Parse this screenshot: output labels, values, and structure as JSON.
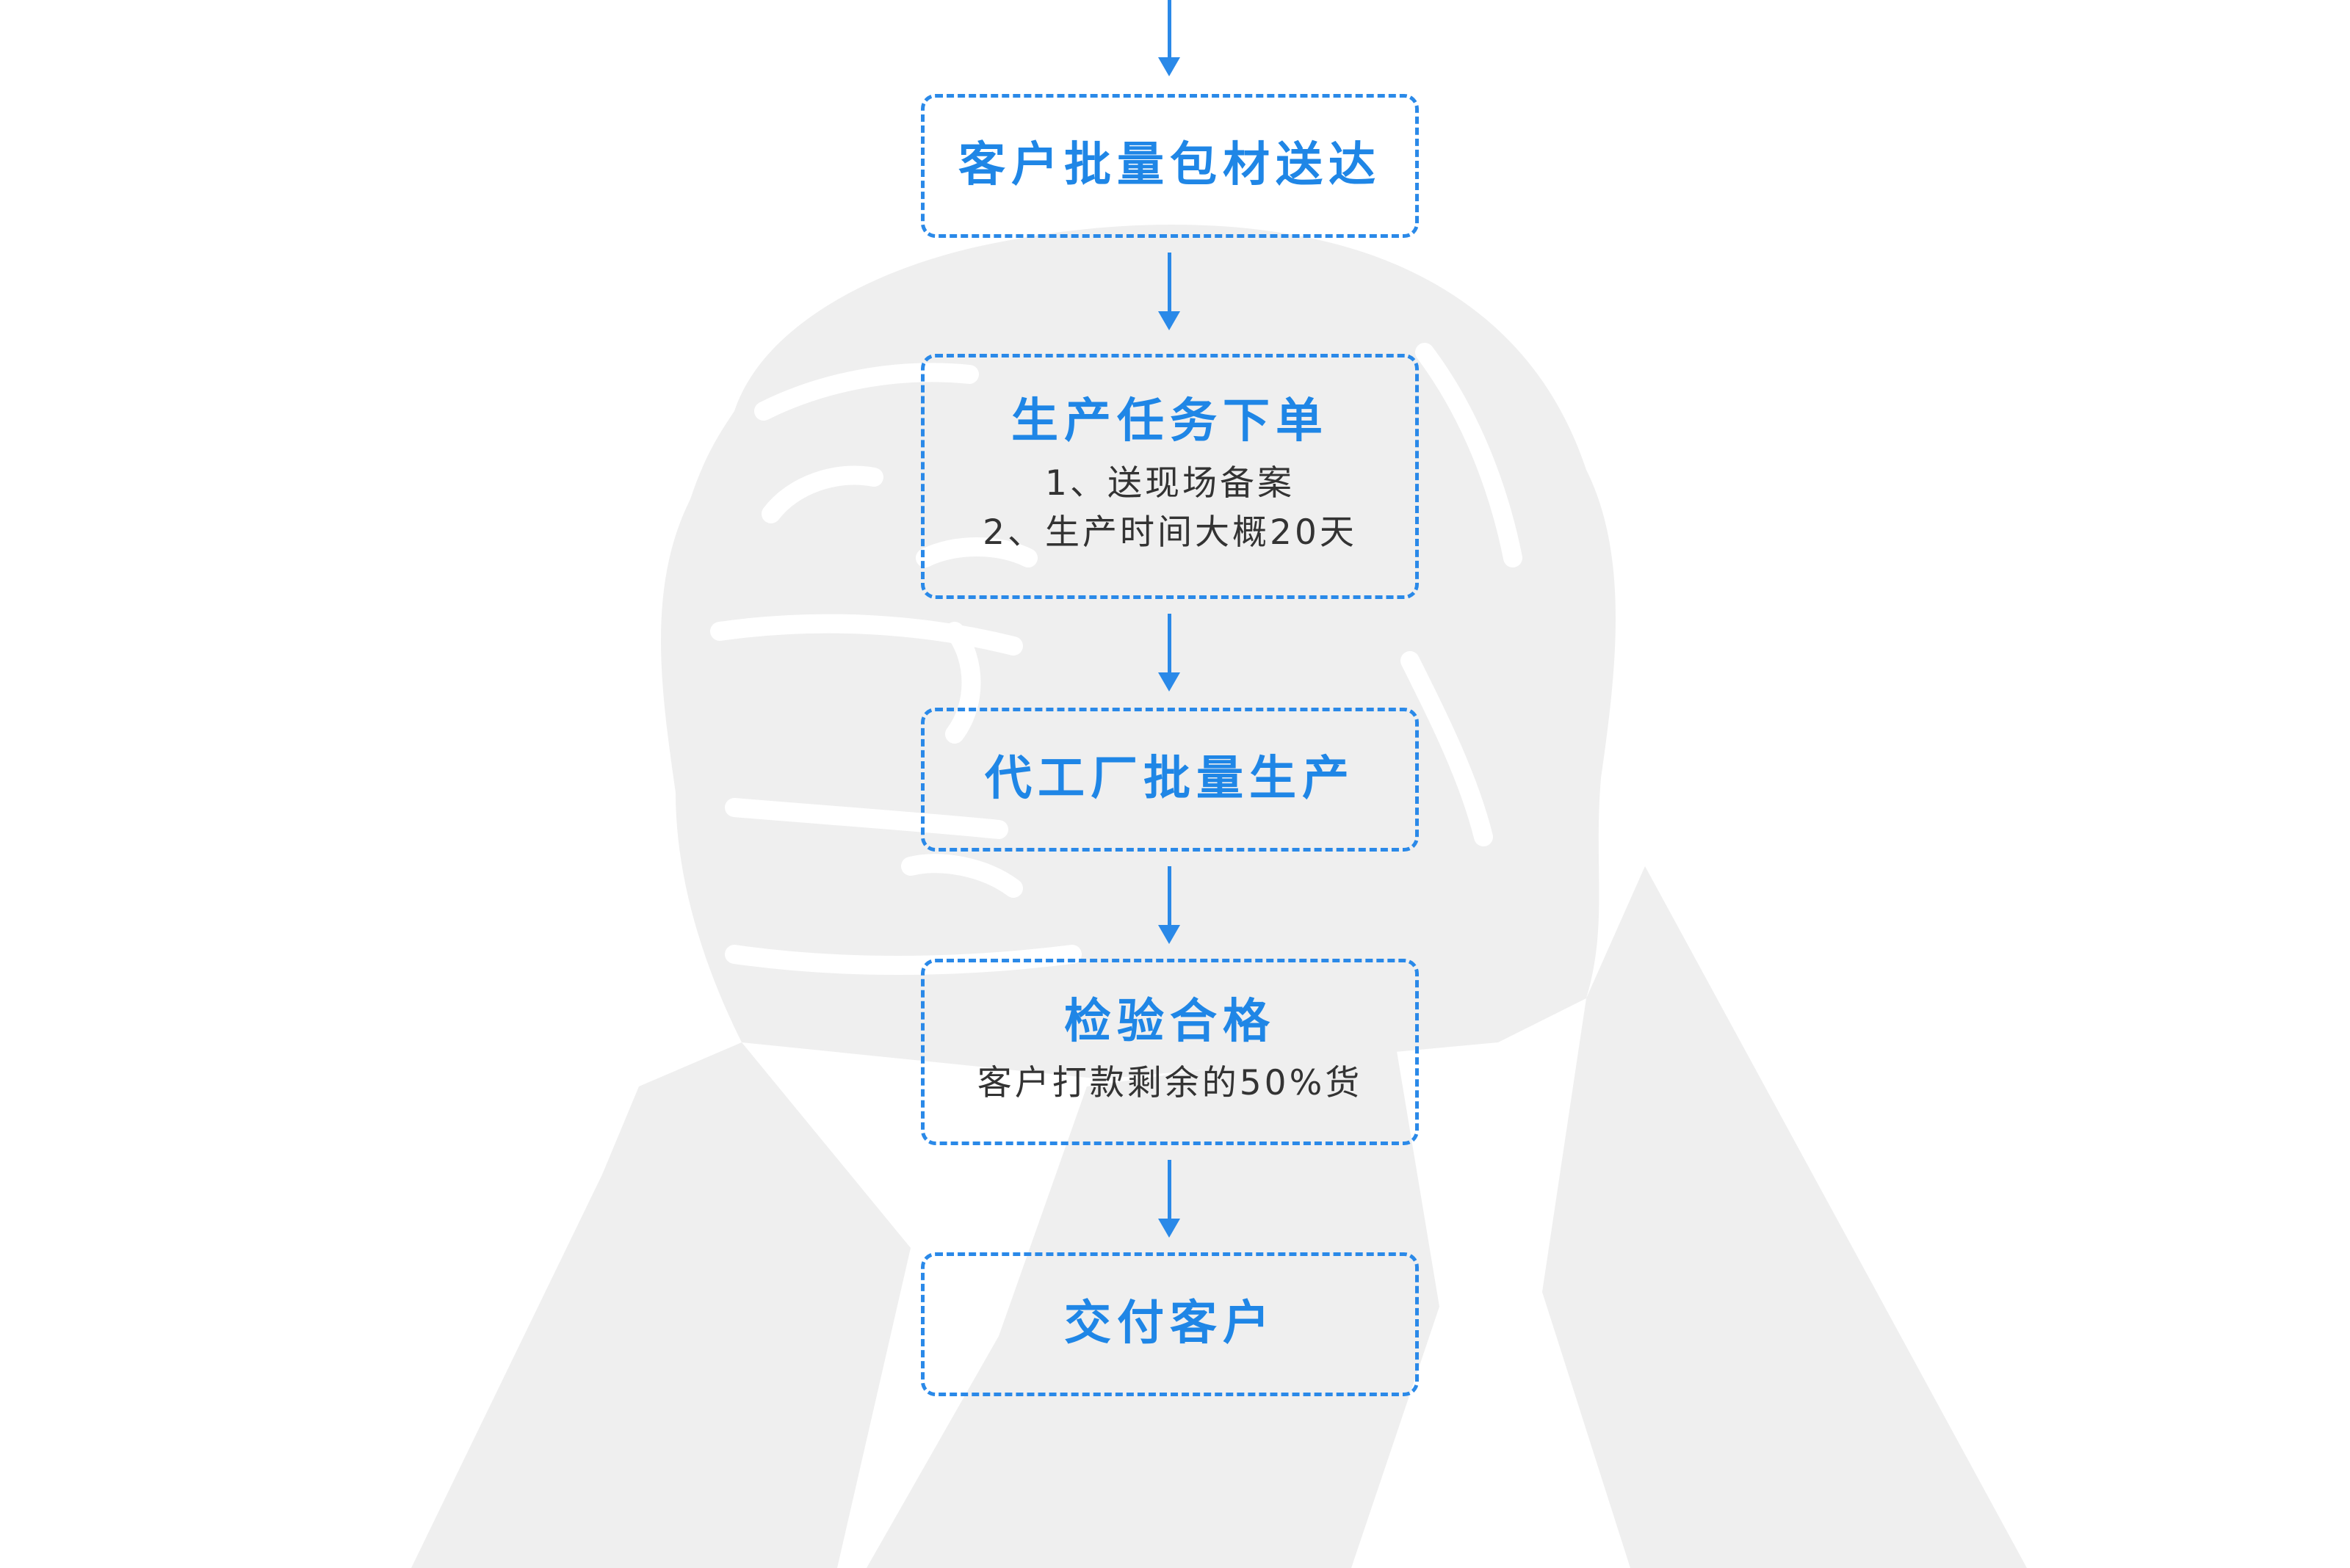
{
  "steps": [
    {
      "title": "客户批量包材送达",
      "notes": []
    },
    {
      "title": "生产任务下单",
      "notes": [
        "1、送现场备案",
        "2、生产时间大概20天"
      ]
    },
    {
      "title": "代工厂批量生产",
      "notes": []
    },
    {
      "title": "检验合格",
      "notes": [
        "客户打款剩余的50%货"
      ]
    },
    {
      "title": "交付客户",
      "notes": []
    }
  ],
  "colors": {
    "accent": "#1f86e6",
    "border": "#2a89e8",
    "note_text": "#333333",
    "background_art": "#eeeeee"
  },
  "icons": [
    "clasped-fists-background-icon",
    "down-arrow-icon"
  ]
}
